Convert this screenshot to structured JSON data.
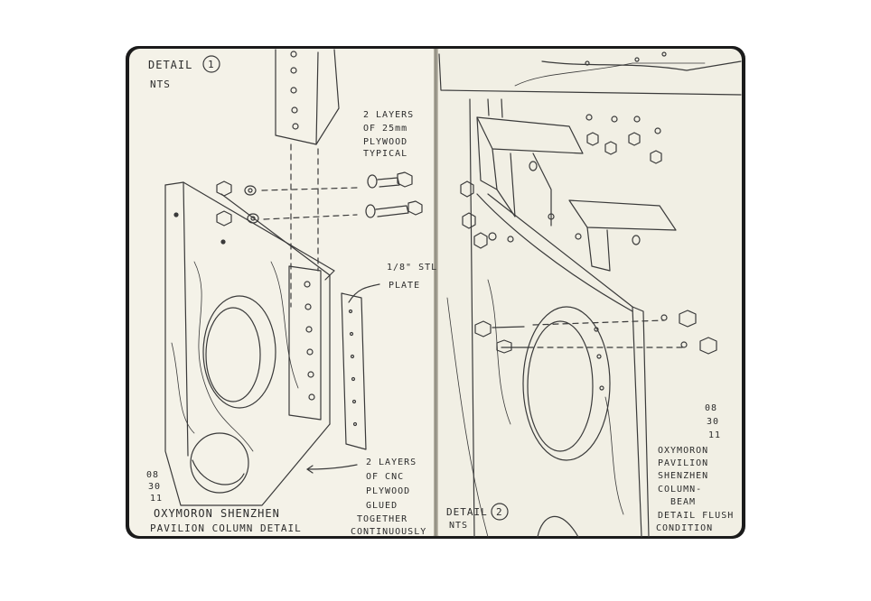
{
  "left_page": {
    "detail_title": "DETAIL",
    "detail_number": "1",
    "scale": "NTS",
    "note_plywood": [
      "2 LAYERS",
      "OF 25mm",
      "PLYWOOD",
      "TYPICAL"
    ],
    "note_plate": [
      "1/8\" STL",
      "PLATE"
    ],
    "note_cnc": [
      "2 LAYERS",
      "OF CNC",
      "PLYWOOD",
      "GLUED",
      "TOGETHER",
      "CONTINUOUSLY"
    ],
    "date": [
      "08",
      "30",
      "11"
    ],
    "caption": [
      "OXYMORON SHENZHEN",
      "PAVILION COLUMN DETAIL"
    ]
  },
  "right_page": {
    "detail_title": "DETAIL",
    "detail_number": "2",
    "scale": "NTS",
    "date": [
      "08",
      "30",
      "11"
    ],
    "caption": [
      "OXYMORON",
      "PAVILION",
      "SHENZHEN",
      "COLUMN-",
      "BEAM",
      "DETAIL FLUSH",
      "CONDITION"
    ]
  },
  "colors": {
    "paper": "#f4f2e8",
    "cover": "#1b1b1b",
    "pencil": "#3a3a3a"
  }
}
